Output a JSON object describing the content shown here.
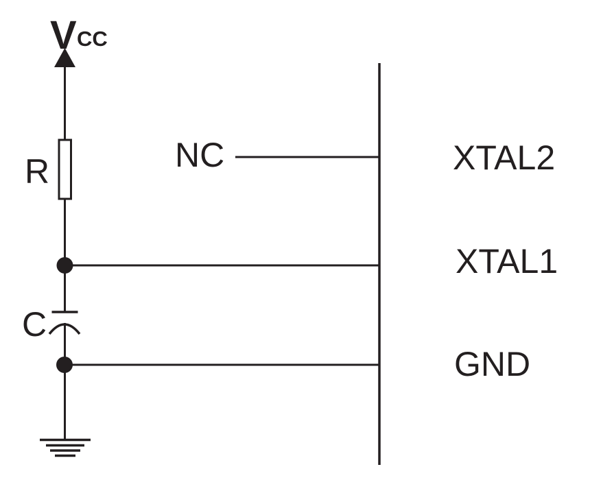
{
  "figure": {
    "type": "circuit-schematic",
    "description": "External RC oscillator network (VCC - R - C - GND) connected to microcontroller pins; XTAL2 left unconnected",
    "colors": {
      "ink": "#231f20",
      "background": "#ffffff"
    },
    "power": {
      "label_main": "V",
      "label_sub": "CC"
    },
    "components": [
      {
        "id": "resistor",
        "label": "R"
      },
      {
        "id": "capacitor",
        "label": "C"
      }
    ],
    "net_labels": {
      "nc": "NC"
    },
    "pins": [
      {
        "name": "XTAL2"
      },
      {
        "name": "XTAL1"
      },
      {
        "name": "GND"
      }
    ]
  }
}
